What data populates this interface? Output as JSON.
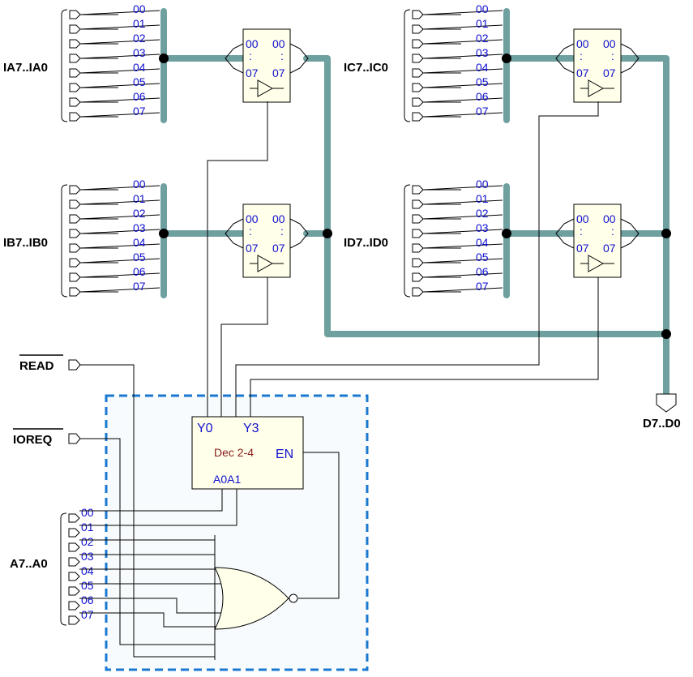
{
  "groups": {
    "ia": "IA7..IA0",
    "ib": "IB7..IB0",
    "ic": "IC7..IC0",
    "id": "ID7..ID0",
    "a": "A7..A0"
  },
  "bit_labels": [
    "00",
    "01",
    "02",
    "03",
    "04",
    "05",
    "06",
    "07"
  ],
  "buffer": {
    "top_left": "00",
    "top_right": "00",
    "dots": ":",
    "bottom_left": "07",
    "bottom_right": "07"
  },
  "signals": {
    "read": "READ",
    "ioreq": "IOREQ"
  },
  "output": "D7..D0",
  "decoder": {
    "y0": "Y0",
    "y3": "Y3",
    "name": "Dec 2-4",
    "en": "EN",
    "a0a1": "A0A1"
  },
  "colors": {
    "bus": "#6fa0a0",
    "label_blue": "#1010d0",
    "dashed_box": "#1a78d0",
    "chip_fill": "#ffffea"
  }
}
